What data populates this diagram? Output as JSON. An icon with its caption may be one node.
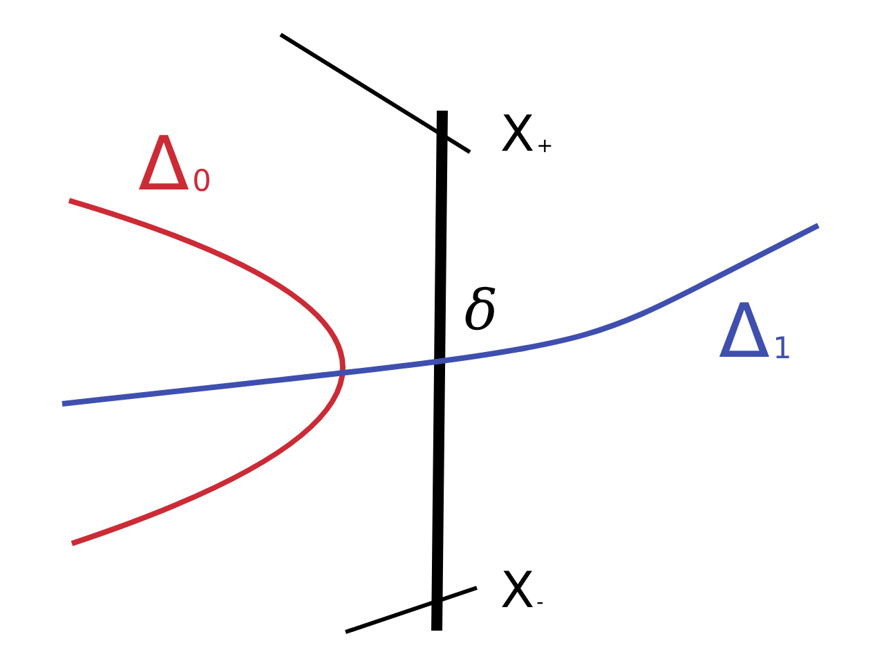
{
  "diagram": {
    "labels": [
      "Δ$_{0}$",
      "X$_{+}$",
      "δ",
      "Δ$_{1}$",
      "X$_{-}$"
    ]
  }
}
